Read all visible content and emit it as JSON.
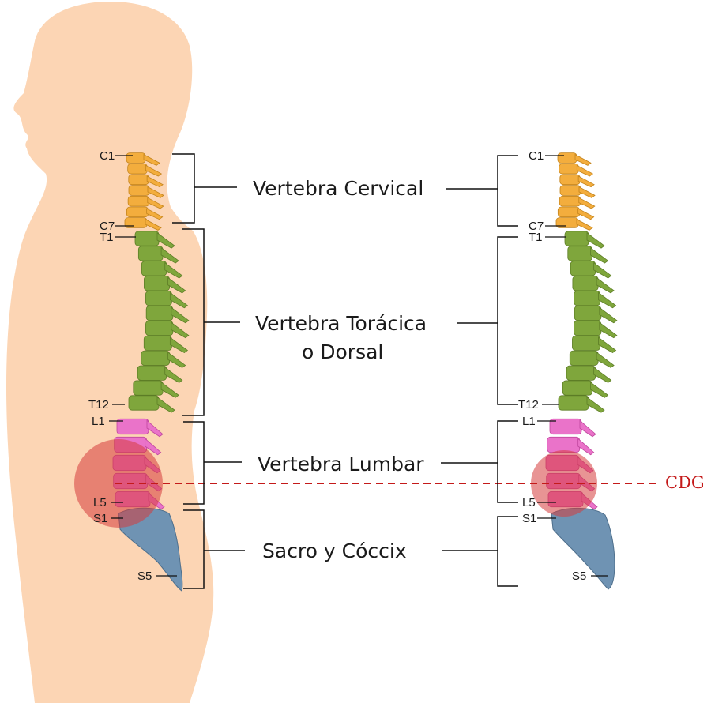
{
  "colors": {
    "skin": "#fcd5b4",
    "cervical": "#f3ad3d",
    "thoracic": "#7fa63c",
    "lumbar": "#ea73c9",
    "sacrum": "#6f93b3",
    "cdg": "#c41a1a",
    "cdg_circle": "rgba(214,60,60,0.55)"
  },
  "regions": {
    "cervical": "Vertebra Cervical",
    "thoracic_line1": "Vertebra Torácica",
    "thoracic_line2": "o Dorsal",
    "lumbar": "Vertebra Lumbar",
    "sacrum": "Sacro y Cóccix"
  },
  "vertebra_labels": {
    "c1": "C1",
    "c7": "C7",
    "t1": "T1",
    "t12": "T12",
    "l1": "L1",
    "l5": "L5",
    "s1": "S1",
    "s5": "S5"
  },
  "cdg_label": "CDG"
}
